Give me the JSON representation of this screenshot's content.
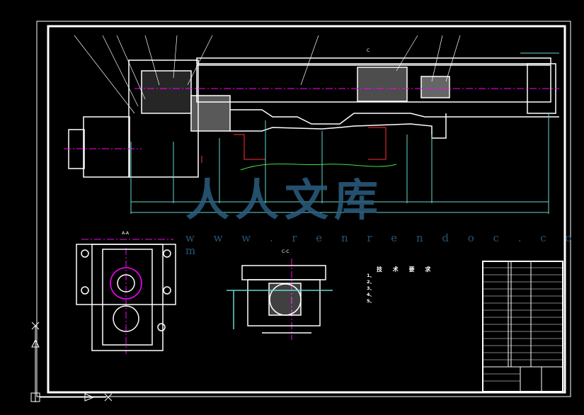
{
  "drawing": {
    "section_aa_label": "A-A",
    "section_cc_label": "C-C",
    "section_c_mark": "C",
    "technical_requirements": {
      "title": "技 术 要 求",
      "items": [
        "1、",
        "2、",
        "3、",
        "4、",
        "5、"
      ]
    },
    "watermark": {
      "text": "人人文库",
      "url": "w w w . r e n r e n d o c . c o m"
    },
    "colors": {
      "background": "#000000",
      "lines": "#ffffff",
      "centerline": "#ff00ff",
      "dimension": "#66d9d0",
      "hidden": "#ff3030",
      "break": "#40e040"
    }
  }
}
